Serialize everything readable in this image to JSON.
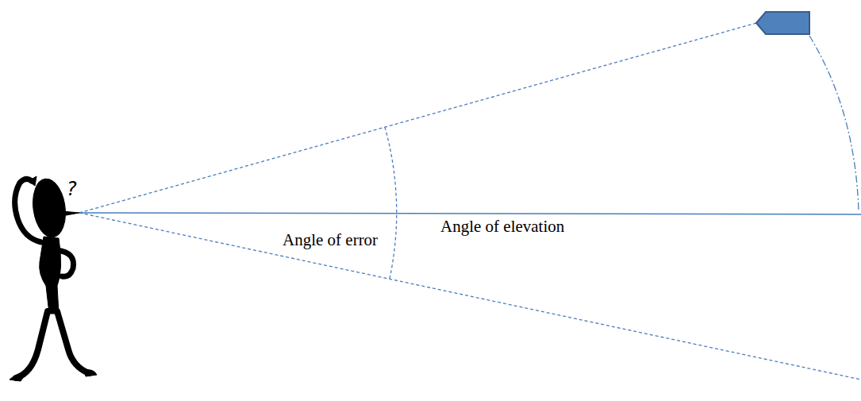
{
  "diagram": {
    "labels": [
      "Angle of elevation",
      "Angle of error",
      "?"
    ]
  }
}
